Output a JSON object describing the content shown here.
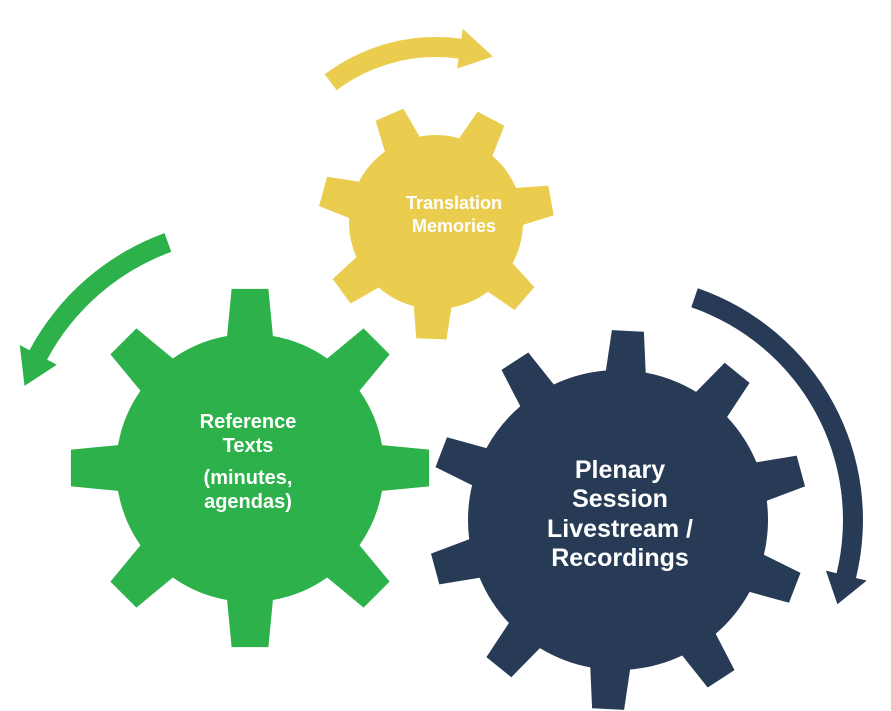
{
  "colors": {
    "yellow": "#EACD4F",
    "green": "#2DB14A",
    "navy": "#283B56"
  },
  "gears": {
    "translation": {
      "line1": "Translation",
      "line2": "Memories"
    },
    "reference": {
      "line1": "Reference",
      "line2": "Texts",
      "line3": "(minutes,",
      "line4": "agendas)"
    },
    "plenary": {
      "line1": "Plenary",
      "line2": "Session",
      "line3": "Livestream /",
      "line4": "Recordings"
    }
  }
}
